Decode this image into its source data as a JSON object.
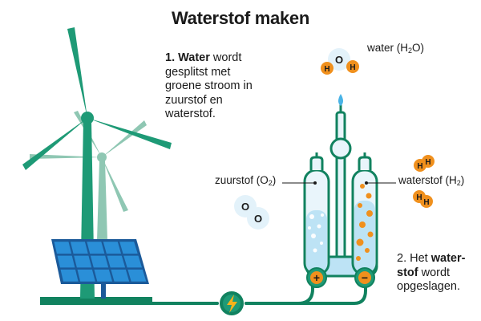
{
  "title": "Waterstof maken",
  "step1": {
    "number": "1.",
    "bold": "Water",
    "text": "wordt gesplitst met groene stroom in zuurstof en waterstof."
  },
  "step2": {
    "number": "2.",
    "text_before": "Het",
    "bold": "water-stof",
    "text_after": "wordt opgeslagen."
  },
  "labels": {
    "water": {
      "text": "water (H",
      "sub": "2",
      "tail": "O)"
    },
    "zuurstof": {
      "text": "zuurstof (O",
      "sub": "2",
      "tail": ")"
    },
    "waterstof": {
      "text": "waterstof (H",
      "sub": "2",
      "tail": ")"
    }
  },
  "atoms": {
    "H": "H",
    "O": "O"
  },
  "electrodes": {
    "plus": "+",
    "minus": "−"
  },
  "colors": {
    "turbine": "#1e9a76",
    "turbine_back": "#8fc7b3",
    "solar_cell": "#2a8fd8",
    "solar_frame": "#1b5a9a",
    "base": "#11825f",
    "liquid": "#bde3f5",
    "hydrogen": "#f0901d",
    "oxygen_bg": "#e3f2fa",
    "glass": "#e9f5fb"
  },
  "icons": {
    "power": "lightning-bolt-icon"
  }
}
